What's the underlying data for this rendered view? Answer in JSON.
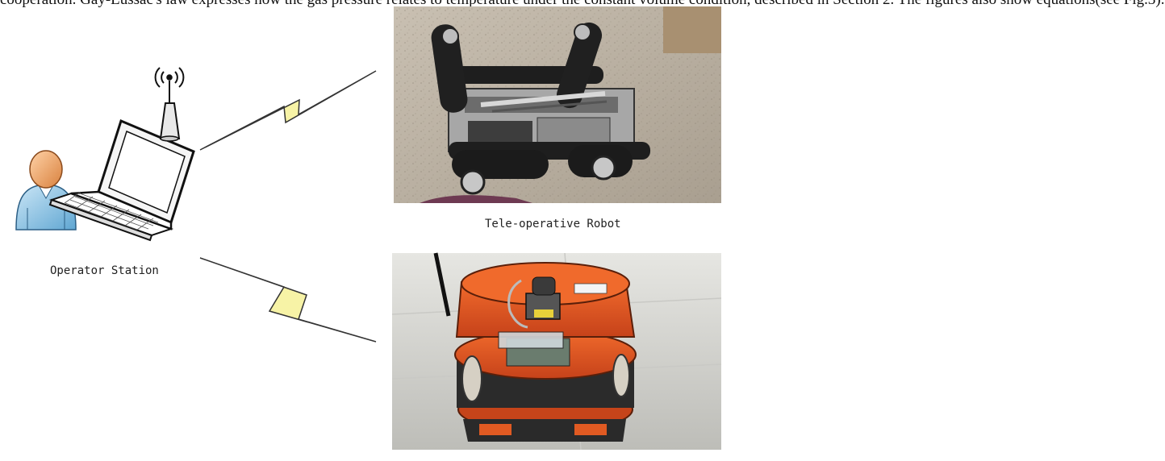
{
  "caption_fragment": "cooperation. Gay-Lussac's law expresses how the gas pressure relates to temperature under the constant volume condition, described in Section 2. The figures also show equations(see Fig.3).",
  "labels": {
    "operator_station": "Operator Station",
    "teleoperative_robot": "Tele-operative Robot"
  },
  "colors": {
    "user_head": "#f2a56a",
    "user_body": "#8ec5e6",
    "lightning_fill": "#f6f2a0",
    "tracked_robot_frame": "#9a9a9a",
    "mobile_robot_body": "#e8531f",
    "floor_photo_top": "#bdb4a6",
    "floor_photo_bottom": "#d9d9d9"
  },
  "icons": [
    "user-icon",
    "laptop-icon",
    "antenna-icon",
    "wireless-signal-icon",
    "lightning-link-icon"
  ]
}
